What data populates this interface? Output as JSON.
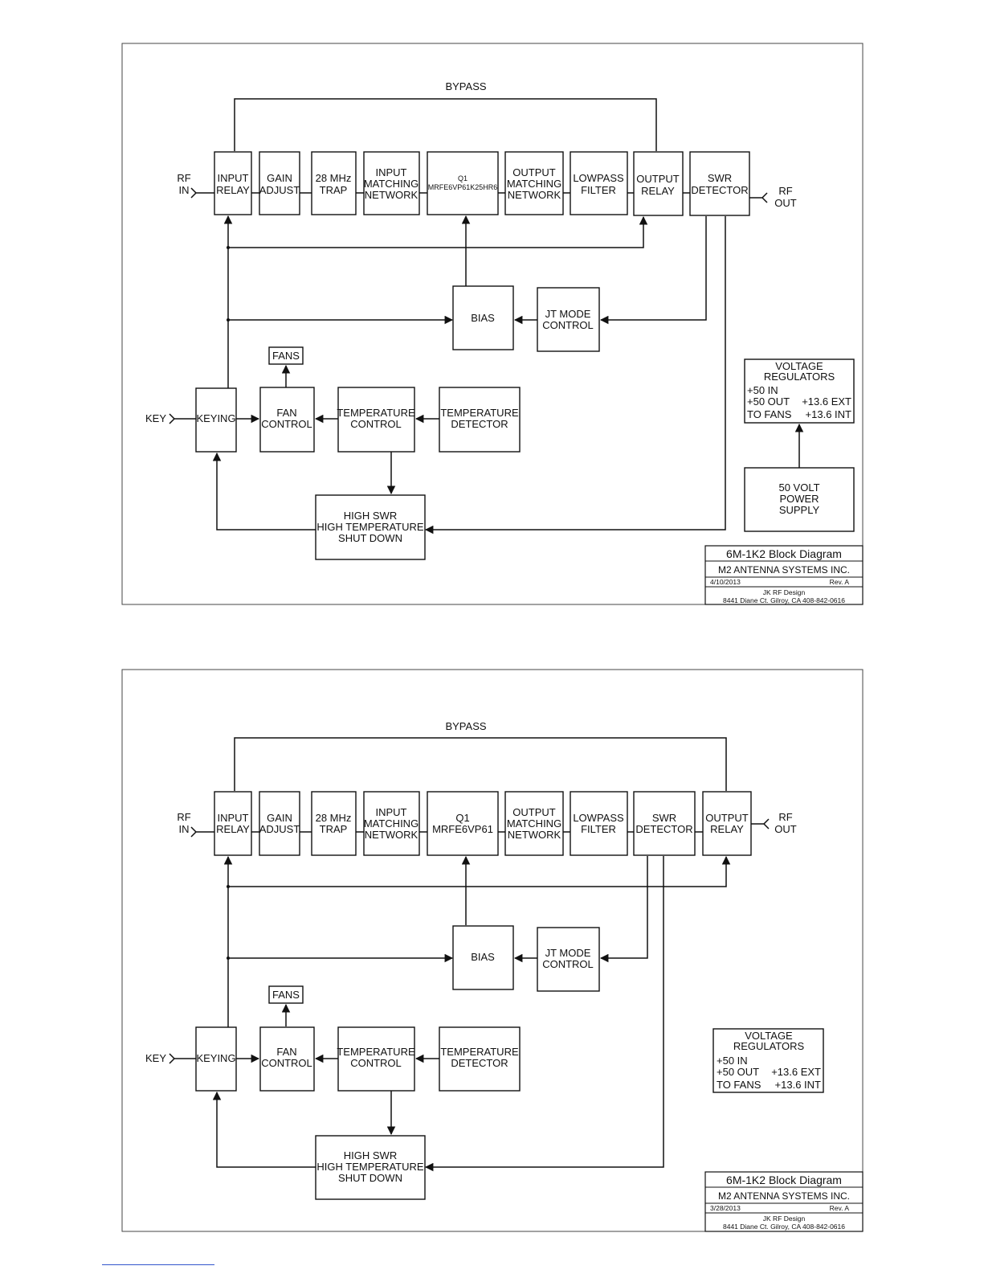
{
  "diagrams": [
    {
      "bypass": "BYPASS",
      "rf_in": [
        "RF",
        "IN"
      ],
      "rf_out": [
        "RF",
        "OUT"
      ],
      "key": "KEY",
      "input_relay": [
        "INPUT",
        "RELAY"
      ],
      "gain_adjust": [
        "GAIN",
        "ADJUST"
      ],
      "trap": [
        "28 MHz",
        "TRAP"
      ],
      "input_matching": [
        "INPUT",
        "MATCHING",
        "NETWORK"
      ],
      "q1": [
        "Q1",
        "MRFE6VP61K25HR6"
      ],
      "output_matching": [
        "OUTPUT",
        "MATCHING",
        "NETWORK"
      ],
      "lowpass": [
        "LOWPASS",
        "FILTER"
      ],
      "output_relay": [
        "OUTPUT",
        "RELAY"
      ],
      "swr_detector": [
        "SWR",
        "DETECTOR"
      ],
      "bias": "BIAS",
      "jt_mode": [
        "JT MODE",
        "CONTROL"
      ],
      "fans": "FANS",
      "keying": "KEYING",
      "fan_control": [
        "FAN",
        "CONTROL"
      ],
      "temp_control": [
        "TEMPERATURE",
        "CONTROL"
      ],
      "temp_detector": [
        "TEMPERATURE",
        "DETECTOR"
      ],
      "shutdown": [
        "HIGH SWR",
        "HIGH TEMPERATURE",
        "SHUT DOWN"
      ],
      "vreg": {
        "title": [
          "VOLTAGE",
          "REGULATORS"
        ],
        "in50": "+50 IN",
        "out50": "+50 OUT",
        "ext": "+13.6 EXT",
        "fans": "TO FANS",
        "int": "+13.6 INT"
      },
      "psu": [
        "50 VOLT",
        "POWER",
        "SUPPLY"
      ],
      "title_block": {
        "title": "6M-1K2 Block Diagram",
        "company": "M2 ANTENNA SYSTEMS INC.",
        "date": "4/10/2013",
        "rev": "Rev. A",
        "designer": "JK RF Design",
        "address": "8441 Diane Ct. Gilroy, CA  408-842-0616"
      }
    },
    {
      "bypass": "BYPASS",
      "rf_in": [
        "RF",
        "IN"
      ],
      "rf_out": [
        "RF",
        "OUT"
      ],
      "key": "KEY",
      "input_relay": [
        "INPUT",
        "RELAY"
      ],
      "gain_adjust": [
        "GAIN",
        "ADJUST"
      ],
      "trap": [
        "28 MHz",
        "TRAP"
      ],
      "input_matching": [
        "INPUT",
        "MATCHING",
        "NETWORK"
      ],
      "q1": [
        "Q1",
        "MRFE6VP61"
      ],
      "output_matching": [
        "OUTPUT",
        "MATCHING",
        "NETWORK"
      ],
      "lowpass": [
        "LOWPASS",
        "FILTER"
      ],
      "swr_detector": [
        "SWR",
        "DETECTOR"
      ],
      "output_relay": [
        "OUTPUT",
        "RELAY"
      ],
      "bias": "BIAS",
      "jt_mode": [
        "JT MODE",
        "CONTROL"
      ],
      "fans": "FANS",
      "keying": "KEYING",
      "fan_control": [
        "FAN",
        "CONTROL"
      ],
      "temp_control": [
        "TEMPERATURE",
        "CONTROL"
      ],
      "temp_detector": [
        "TEMPERATURE",
        "DETECTOR"
      ],
      "shutdown": [
        "HIGH SWR",
        "HIGH TEMPERATURE",
        "SHUT DOWN"
      ],
      "vreg": {
        "title": [
          "VOLTAGE",
          "REGULATORS"
        ],
        "in50": "+50 IN",
        "out50": "+50 OUT",
        "ext": "+13.6 EXT",
        "fans": "TO FANS",
        "int": "+13.6 INT"
      },
      "title_block": {
        "title": "6M-1K2 Block Diagram",
        "company": "M2 ANTENNA SYSTEMS INC.",
        "date": "3/28/2013",
        "rev": "Rev. A",
        "designer": "JK RF Design",
        "address": "8441 Diane Ct. Gilroy, CA  408-842-0616"
      }
    }
  ]
}
